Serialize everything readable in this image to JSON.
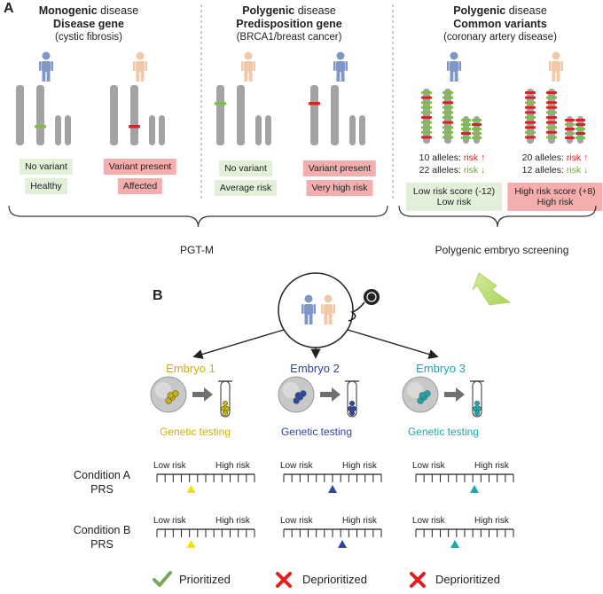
{
  "panel_a": {
    "label": "A",
    "col1": {
      "bold": "Monogenic",
      "rest": " disease",
      "line2": "Disease gene",
      "line3": "(cystic fibrosis)",
      "left_status": "No variant",
      "left_outcome": "Healthy",
      "right_status": "Variant present",
      "right_outcome": "Affected"
    },
    "col2": {
      "bold": "Polygenic",
      "rest": " disease",
      "line2": "Predisposition gene",
      "line3": "(BRCA1/breast cancer)",
      "left_status": "No variant",
      "left_outcome": "Average risk",
      "right_status": "Variant present",
      "right_outcome": "Very high risk"
    },
    "col3": {
      "bold": "Polygenic",
      "rest": " disease",
      "line2": "Common variants",
      "line3": "(coronary artery disease)",
      "left_alleles1": "10 alleles: ",
      "left_risk1": "risk ↑",
      "left_alleles2": "22 alleles: ",
      "left_risk2": "risk ↓",
      "right_alleles1": "20 alleles: ",
      "right_risk1": "risk ↑",
      "right_alleles2": "12 alleles: ",
      "right_risk2": "risk ↓",
      "left_score": "Low risk score (-12)",
      "left_level": "Low risk",
      "right_score": "High risk score (+8)",
      "right_level": "High risk"
    },
    "pgtm_label": "PGT-M",
    "pes_label": "Polygenic embryo screening"
  },
  "panel_b": {
    "label": "B",
    "embryos": [
      {
        "name": "Embryo 1",
        "testing": "Genetic testing",
        "color": "#c9b400",
        "cond_a": 0.35,
        "cond_b": 0.35,
        "result": "Prioritized"
      },
      {
        "name": "Embryo 2",
        "testing": "Genetic testing",
        "color": "#2e47a0",
        "cond_a": 0.5,
        "cond_b": 0.6,
        "result": "Deprioritized"
      },
      {
        "name": "Embryo 3",
        "testing": "Genetic testing",
        "color": "#1aa9a9",
        "cond_a": 0.6,
        "cond_b": 0.4,
        "result": "Deprioritized"
      }
    ],
    "cond_a_line1": "Condition A",
    "cond_a_line2": "PRS",
    "cond_b_line1": "Condition B",
    "cond_b_line2": "PRS",
    "low_risk": "Low risk",
    "high_risk": "High risk"
  },
  "colors": {
    "male": "#7f97c8",
    "female": "#f2c9a8",
    "chromosome": "#a3a3a3",
    "green_band": "#7ac143",
    "red_band": "#e02020",
    "check": "#7aa85a",
    "cross": "#e02020"
  }
}
